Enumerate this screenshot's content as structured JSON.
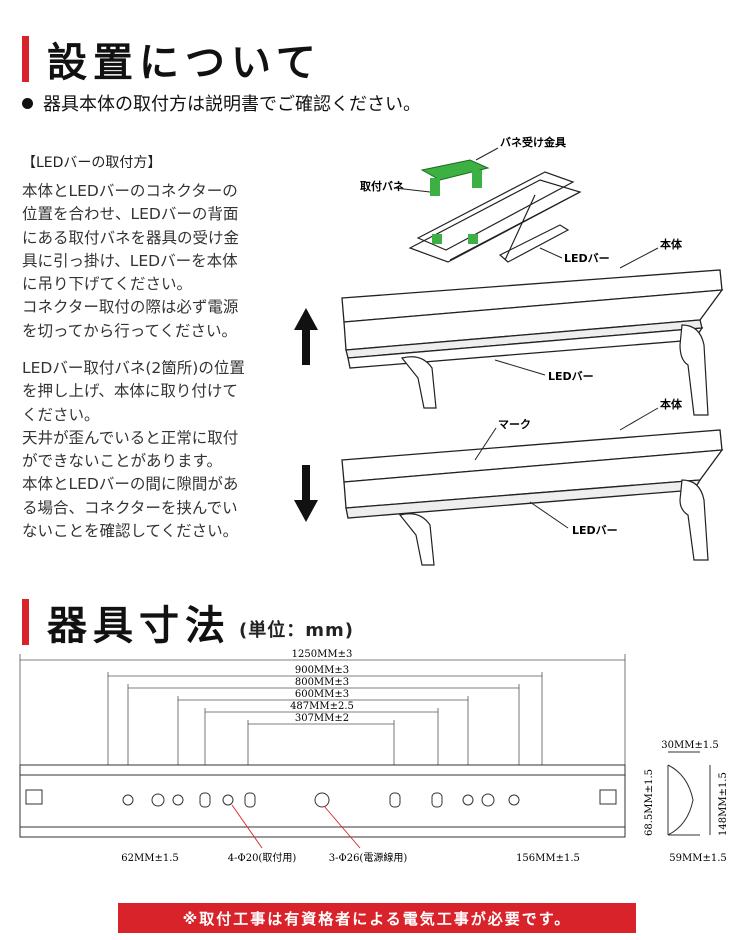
{
  "install": {
    "title": "設置について",
    "bullet": "器具本体の取付方は説明書でご確認ください。",
    "led_heading": "【LEDバーの取付方】",
    "paragraph1": [
      "本体とLEDバーのコネクターの",
      "位置を合わせ、LEDバーの背面",
      "にある取付バネを器具の受け金",
      "具に引っ掛け、LEDバーを本体",
      "に吊り下げてください。",
      "コネクター取付の際は必ず電源",
      "を切ってから行ってください。"
    ],
    "paragraph2": [
      "LEDバー取付バネ(2箇所)の位置",
      "を押し上げ、本体に取り付けて",
      "ください。",
      "天井が歪んでいると正常に取付",
      "ができないことがあります。",
      "本体とLEDバーの間に隙間があ",
      "る場合、コネクターを挟んでい",
      "ないことを確認してください。"
    ],
    "diagram_labels": {
      "spring_bracket": "バネ受け金具",
      "mount_spring": "取付バネ",
      "led_bar_top": "LEDバー",
      "body_top": "本体",
      "led_bar_mid": "LEDバー",
      "mark": "マーク",
      "body_bottom": "本体",
      "led_bar_bottom": "LEDバー"
    }
  },
  "dimensions": {
    "title": "器具寸法",
    "unit": "(単位：mm)",
    "d1250": "1250MM±3",
    "d900": "900MM±3",
    "d800": "800MM±3",
    "d600": "600MM±3",
    "d487": "487MM±2.5",
    "d307": "307MM±2",
    "d62": "62MM±1.5",
    "hole20": "4-Φ20(取付用)",
    "hole26": "3-Φ26(電源線用)",
    "d156": "156MM±1.5",
    "side30": "30MM±1.5",
    "side68": "68.5MM±1.5",
    "side148": "148MM±1.5",
    "side59": "59MM±1.5"
  },
  "notice": "※取付工事は有資格者による電気工事が必要です。",
  "colors": {
    "accent": "#d9232b",
    "bracket_green": "#3cb043"
  }
}
